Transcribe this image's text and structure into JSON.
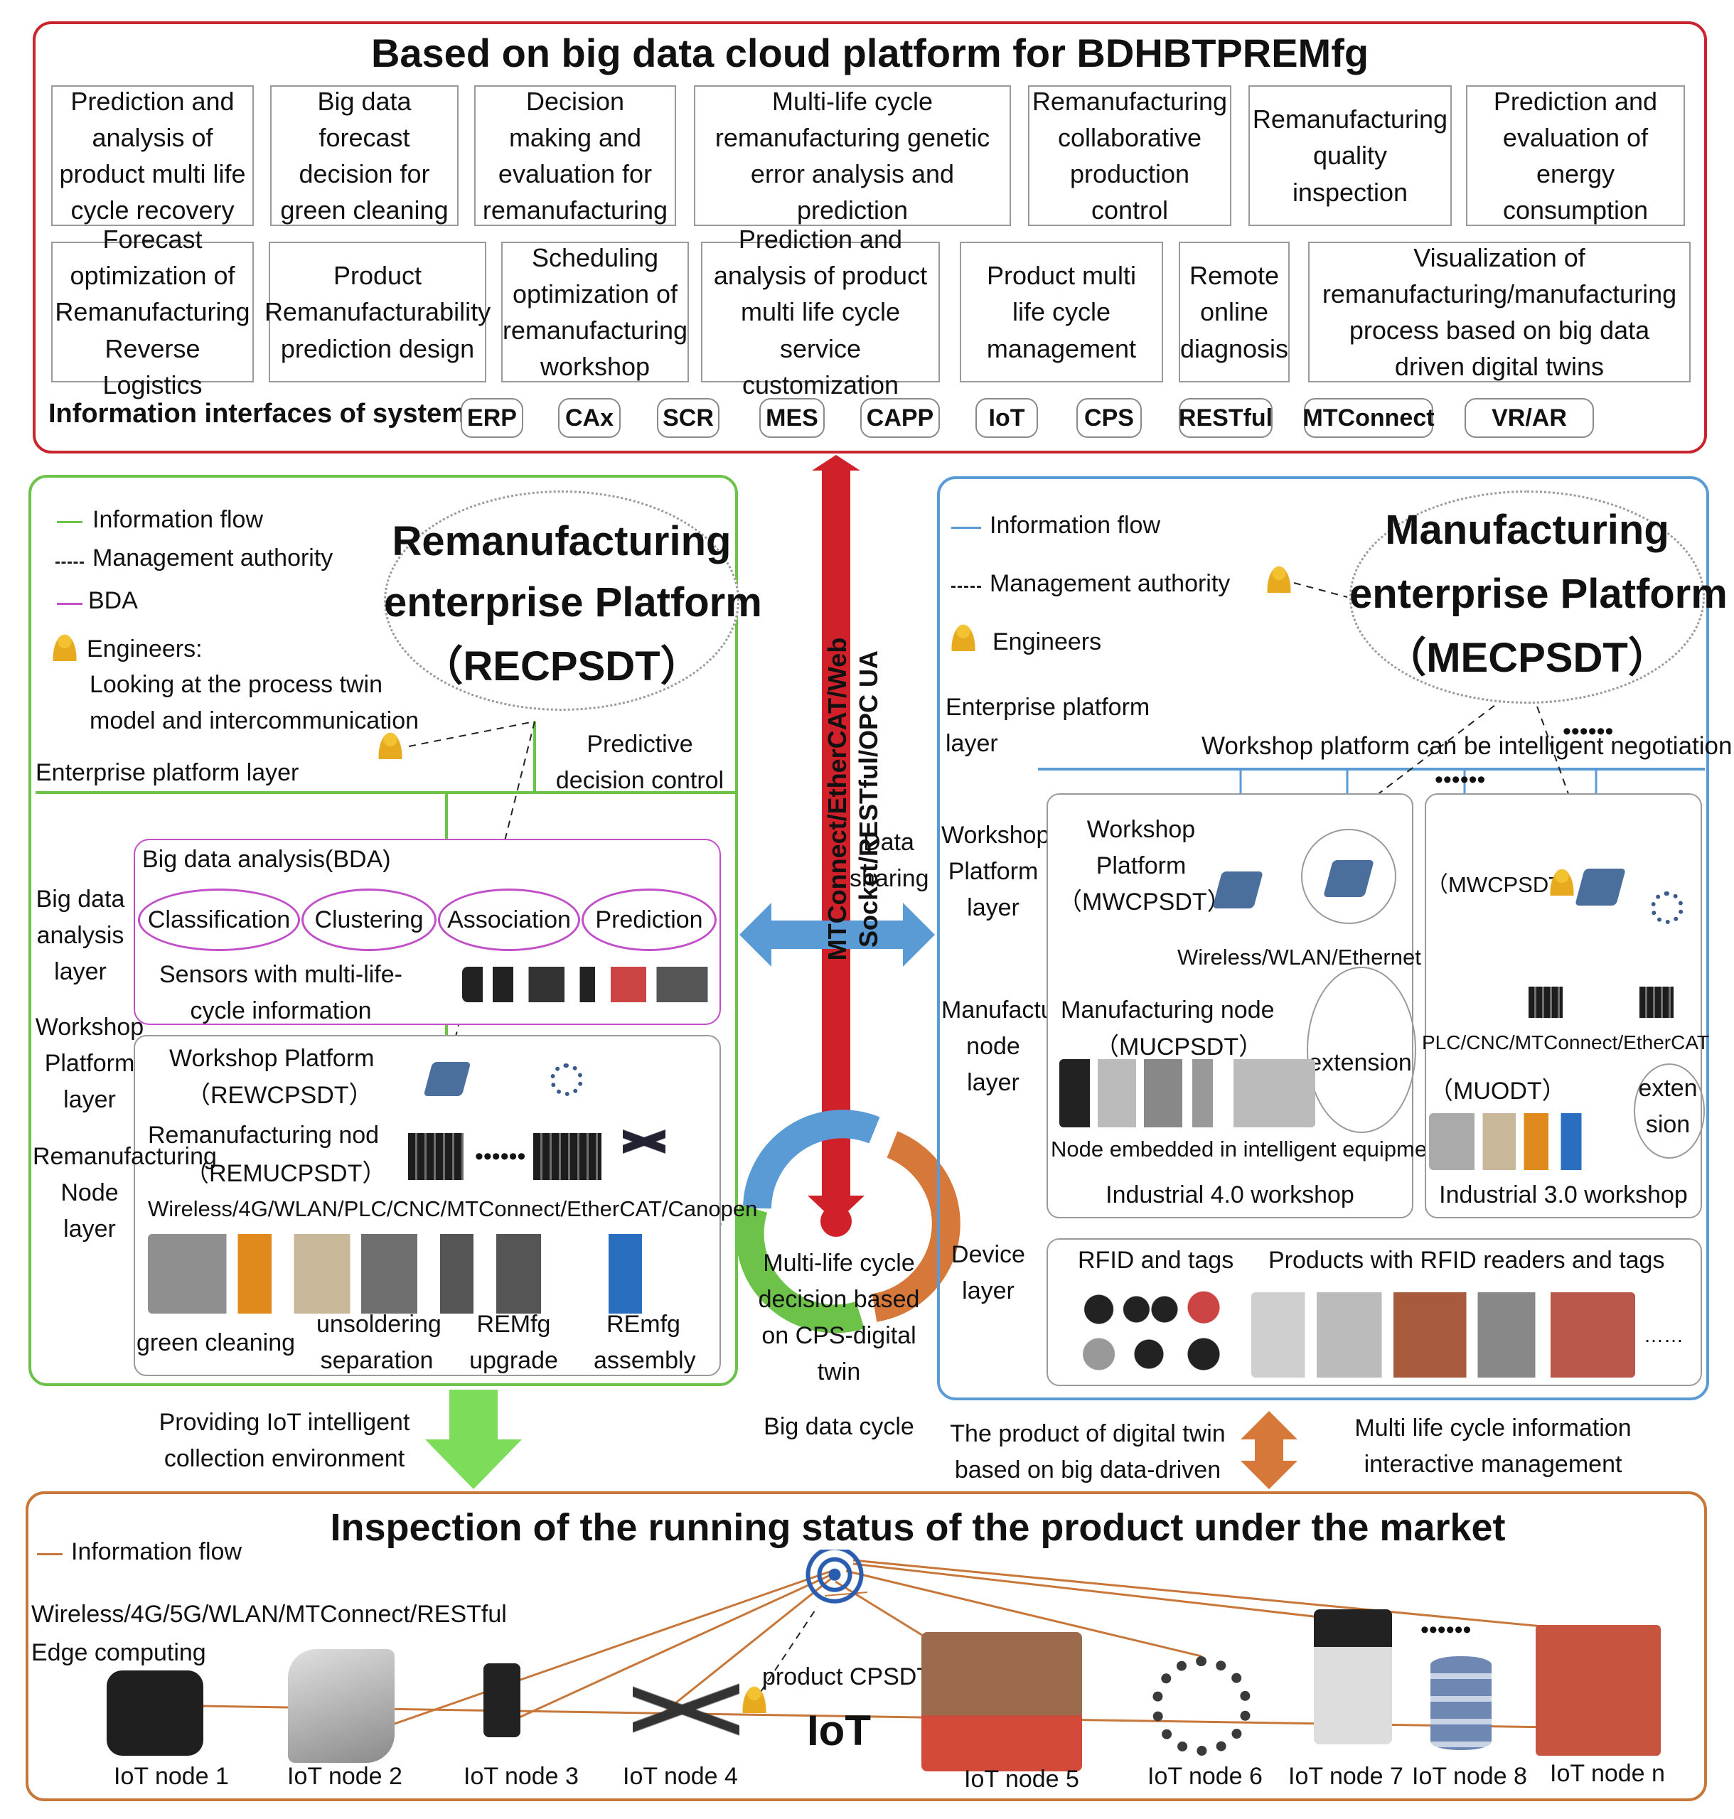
{
  "cloud": {
    "title": "Based on big data cloud platform for BDHBTPREMfg",
    "row1": [
      "Prediction and analysis of product multi life cycle recovery",
      "Big data forecast decision for green cleaning",
      "Decision making and evaluation for remanufacturing",
      "Multi-life cycle remanufacturing genetic error analysis and prediction",
      "Remanufacturing collaborative production control",
      "Remanufacturing quality inspection",
      "Prediction and evaluation of energy consumption"
    ],
    "row2": [
      "Forecast optimization of Remanufacturing Reverse Logistics",
      "Product Remanufacturability prediction design",
      "Scheduling optimization of remanufacturing workshop",
      "Prediction and analysis of product multi life cycle service customization",
      "Product multi life cycle management",
      "Remote online diagnosis",
      "Visualization of remanufacturing/manufacturing process based on big data driven digital twins"
    ],
    "interfaces_label": "Information interfaces of systems",
    "interfaces": [
      "ERP",
      "CAx",
      "SCR",
      "MES",
      "CAPP",
      "IoT",
      "CPS",
      "RESTful",
      "MTConnect",
      "VR/AR"
    ]
  },
  "reman": {
    "legend": {
      "info_flow": "Information flow",
      "mgmt": "Management authority",
      "bda": "BDA",
      "engineers": "Engineers:",
      "engineers_note": "Looking at the process twin model and intercommunication"
    },
    "platform_title_1": "Remanufacturing",
    "platform_title_2": "enterprise Platform",
    "platform_title_3": "（RECPSDT）",
    "predictive": "Predictive decision control",
    "enterprise_layer": "Enterprise platform layer",
    "bda_title": "Big data analysis(BDA)",
    "bda_layer": "Big data analysis layer",
    "bda_ops": [
      "Classification",
      "Clustering",
      "Association",
      "Prediction"
    ],
    "sensors": "Sensors with multi-life-cycle information",
    "workshop_layer": "Workshop Platform layer",
    "workshop_platform": "Workshop Platform",
    "workshop_code": "（REWCPSDT）",
    "reman_node": "Remanufacturing nod",
    "reman_node_code": "（REMUCPSDT）",
    "node_layer": "Remanufacturing Node layer",
    "protocols": "Wireless/4G/WLAN/PLC/CNC/MTConnect/EtherCAT/Canopen",
    "steps": [
      "green cleaning",
      "unsoldering separation",
      "REMfg upgrade",
      "REmfg assembly"
    ]
  },
  "middle": {
    "protocols": "MTConnect/EtherCAT/Web Socket/RESTful/OPC UA",
    "data_sharing": "Data sharing",
    "decision": "Multi-life cycle decision based on CPS-digital twin",
    "big_data_cycle": "Big data cycle"
  },
  "manu": {
    "legend": {
      "info_flow": "Information flow",
      "mgmt": "Management authority",
      "engineers": "Engineers"
    },
    "platform_title_1": "Manufacturing",
    "platform_title_2": "enterprise Platform",
    "platform_title_3": "（MECPSDT）",
    "enterprise_layer": "Enterprise platform layer",
    "negotiation": "Workshop platform can be intelligent negotiation",
    "dots": "••••••",
    "workshop_layer": "Workshop Platform layer",
    "workshop_platform": "Workshop Platform",
    "mw_code": "（MWCPSDT）",
    "mw_code_2": "（MWCPSDT）",
    "wireless": "Wireless/WLAN/Ethernet",
    "node_layer": "Manufacturing node layer",
    "manu_node": "Manufacturing node",
    "mu_code": "（MUCPSDT）",
    "extension": "extension",
    "extension_2": "extension",
    "embedded": "Node embedded in intelligent equipment",
    "plc": "PLC/CNC/MTConnect/EtherCAT",
    "muodt": "（MUODT）",
    "ind40": "Industrial 4.0 workshop",
    "ind30": "Industrial 3.0 workshop",
    "device_layer": "Device layer",
    "rfid": "RFID and tags",
    "products_rfid": "Products with RFID readers and tags",
    "ellipsis": "……"
  },
  "bottom_links": {
    "providing": "Providing IoT intelligent collection environment",
    "product_dt": "The product of digital twin based on big data-driven",
    "multi_life": "Multi life cycle information interactive management"
  },
  "iot": {
    "title": "Inspection of the running status of the product under the market",
    "info_flow": "Information flow",
    "protocols": "Wireless/4G/5G/WLAN/MTConnect/RESTful",
    "edge": "Edge computing",
    "cpsdt": "product CPSDT",
    "iot": "IoT",
    "dots": "••••••",
    "nodes": [
      "IoT node 1",
      "IoT node 2",
      "IoT node 3",
      "IoT node 4",
      "IoT node 5",
      "IoT node 6",
      "IoT node 7",
      "IoT node 8",
      "IoT node n"
    ]
  },
  "colors": {
    "red": "#c8252f",
    "green": "#6dc24a",
    "blue": "#5b9bd5",
    "orange": "#c8773a",
    "magenta": "#c04fc8"
  }
}
